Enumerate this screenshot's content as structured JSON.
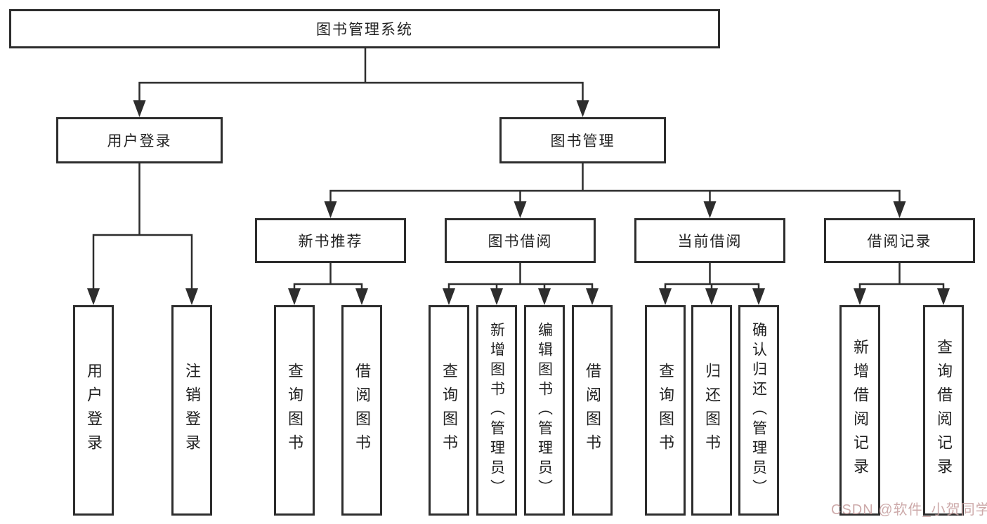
{
  "tree": {
    "root": {
      "label": "图书管理系统"
    },
    "branches": [
      {
        "label": "用户登录",
        "leaves": [
          "用户登录",
          "注销登录"
        ]
      },
      {
        "label": "图书管理",
        "groups": [
          {
            "label": "新书推荐",
            "leaves": [
              "查询图书",
              "借阅图书"
            ]
          },
          {
            "label": "图书借阅",
            "leaves": [
              "查询图书",
              "新增图书（管理员）",
              "编辑图书（管理员）",
              "借阅图书"
            ]
          },
          {
            "label": "当前借阅",
            "leaves": [
              "查询图书",
              "归还图书",
              "确认归还（管理员）"
            ]
          },
          {
            "label": "借阅记录",
            "leaves": [
              "新增借阅记录",
              "查询借阅记录"
            ]
          }
        ]
      }
    ]
  },
  "watermark": {
    "text": "CSDN @软件_小贺同学"
  },
  "colors": {
    "line": "#2d2d2d",
    "border": "#2d2d2d",
    "background": "#ffffff",
    "text": "#222222",
    "watermark": "#c59c9c"
  }
}
